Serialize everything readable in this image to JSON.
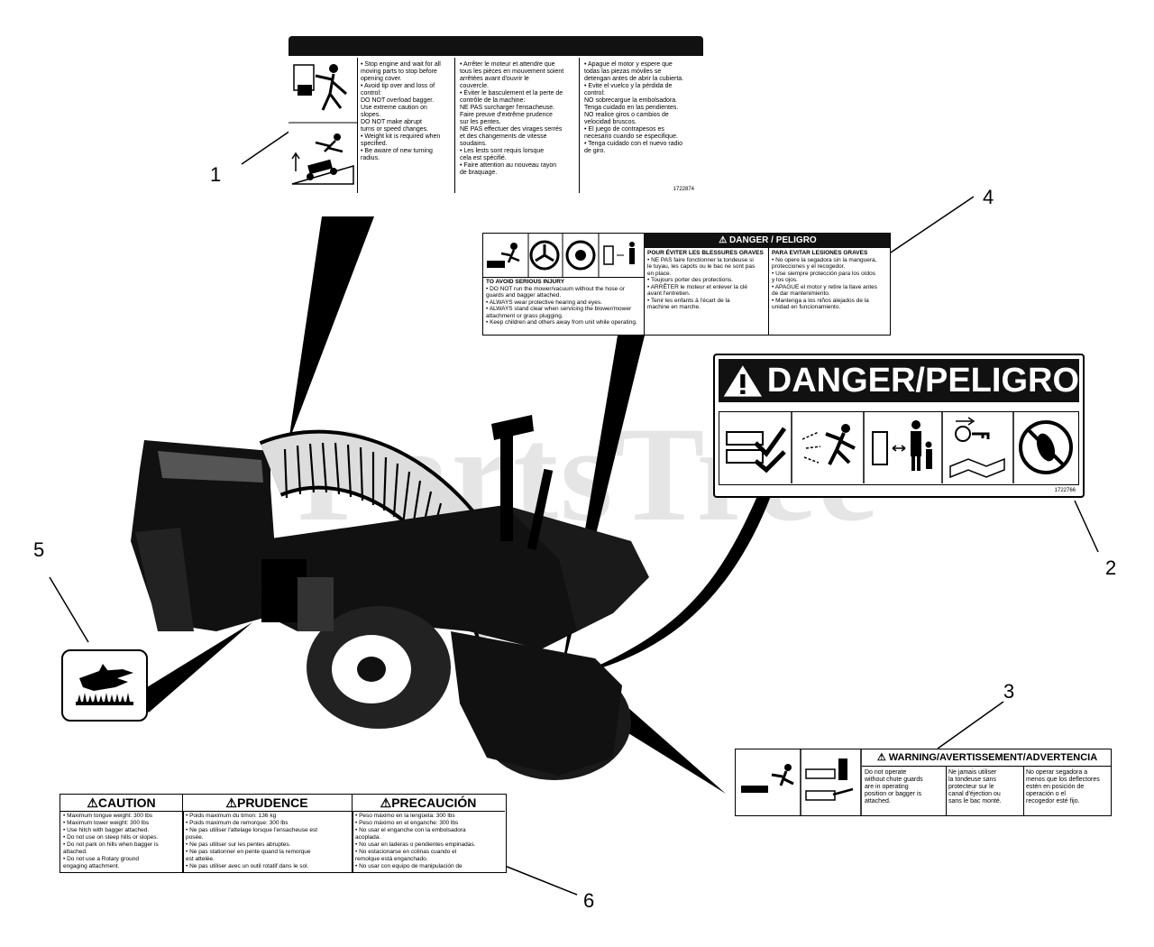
{
  "watermark": {
    "text": "PartsTree",
    "tm": "™"
  },
  "callouts": [
    "1",
    "2",
    "3",
    "4",
    "5",
    "6"
  ],
  "decal1": {
    "col1": [
      "• Stop engine and wait for all",
      "moving parts to stop before",
      "opening cover.",
      "• Avoid tip over and loss of",
      "control:",
      "DO NOT overload bagger.",
      "Use extreme caution on",
      "slopes.",
      "DO NOT make abrupt",
      "turns or speed changes.",
      "• Weight kit is required when",
      "specified.",
      "• Be aware of new turning",
      "radius."
    ],
    "col2": [
      "• Arrêter le moteur et attendre que",
      "tous les pièces en mouvement soient",
      "arrêtées avant d'ouvrir le",
      "couvercle.",
      "• Éviter le basculement et la perte de",
      "contrôle de la machine:",
      "NE PAS surcharger l'ensacheuse.",
      "Faire preuve d'extrême prudence",
      "sur les pentes.",
      "NE PAS effectuer des virages serrés",
      "et des changements de vitesse",
      "soudains.",
      "• Les lests sont requis lorsque",
      "cela est spécifié.",
      "• Faire attention au nouveau rayon",
      "de braquage."
    ],
    "col3": [
      "• Apague el motor y espere que",
      "todas las piezas móviles se",
      "detengan antes de abrir la cubierta.",
      "• Evite el vuelco y la pérdida de",
      "control:",
      "NO sobrecargue la embolsadora.",
      "Tenga cuidado en las pendientes.",
      "NO realice giros o cambios de",
      "velocidad bruscos.",
      "• El juego de contrapesos es",
      "necesario cuando se especifique.",
      "• Tenga cuidado con el nuevo radio",
      "de giro."
    ],
    "code": "1722874"
  },
  "decal2": {
    "title": "DANGER/PELIGRO",
    "code": "1722766"
  },
  "decal3": {
    "title": "WARNING/AVERTISSEMENT/ADVERTENCIA",
    "col1": [
      "Do not operate",
      "without chute guards",
      "are in operating",
      "position or bagger is",
      "attached."
    ],
    "col2": [
      "Ne jamais utiliser",
      "la tondeuse sans",
      "protecteur sur le",
      "canal d'éjection ou",
      "sans le bac monté."
    ],
    "col3": [
      "No operar segadora a",
      "menos que los deflectores",
      "estén en posición de",
      "operación o el",
      "recogedor esté fijo."
    ]
  },
  "decal4": {
    "title": "DANGER / PELIGRO",
    "en_title": "TO AVOID SERIOUS INJURY",
    "en": [
      "• DO NOT run the mower/vacuum without the hose or",
      "guards and bagger attached.",
      "• ALWAYS wear protective hearing and eyes.",
      "• ALWAYS stand clear when servicing the blower/mower",
      "attachment or grass plugging.",
      "• Keep children and others away from unit while operating."
    ],
    "fr_title": "POUR ÉVITER LES BLESSURES GRAVES",
    "fr": [
      "• NE PAS faire fonctionner la tondeuse si",
      "le tuyau, les capots ou le bac ne sont pas",
      "en place.",
      "• Toujours porter des protections.",
      "• ARRÊTER le moteur et enlever la clé",
      "avant l'entretien.",
      "• Tenir les enfants à l'écart de la",
      "machine en marche."
    ],
    "es_title": "PARA EVITAR LESIONES GRAVES",
    "es": [
      "• No opere la segadora sin la manguera,",
      "protecciones y el recogedor.",
      "• Use siempre protección para los oídos",
      "y los ojos.",
      "• APAGUE el motor y retire la llave antes",
      "de dar mantenimiento.",
      "• Mantenga a los niños alejados de la",
      "unidad en funcionamiento."
    ]
  },
  "decal6": {
    "caution": "CAUTION",
    "prudence": "PRUDENCE",
    "precaucion": "PRECAUCIÓN",
    "en": [
      "• Maximum tongue weight: 300 lbs",
      "• Maximum tower weight: 300 lbs",
      "• Use hitch with bagger attached.",
      "• Do not use on steep hills or slopes.",
      "• Do not park on hills when bagger is",
      "attached.",
      "• Do not use a Rotary ground",
      "engaging attachment."
    ],
    "fr": [
      "• Poids maximum du timon: 136 kg",
      "• Poids maximum de remorque: 300 lbs",
      "• Ne pas utiliser l'attelage lorsque l'ensacheuse est",
      "posée.",
      "• Ne pas utiliser sur les pentes abruptes.",
      "• Ne pas stationner en pente quand la remorque",
      "est attelée.",
      "• Ne pas utiliser avec un outil rotatif dans le sol."
    ],
    "es": [
      "• Peso máximo en la lengüeta: 300 lbs",
      "• Peso máximo en el enganche: 300 lbs",
      "• No usar el enganche con la embolsadora",
      "acoplada.",
      "• No usar en laderas o pendientes empinadas.",
      "• No estacionarse en colinas cuando el",
      "remolque está enganchado.",
      "• No usar con equipo de manipulación de"
    ]
  }
}
